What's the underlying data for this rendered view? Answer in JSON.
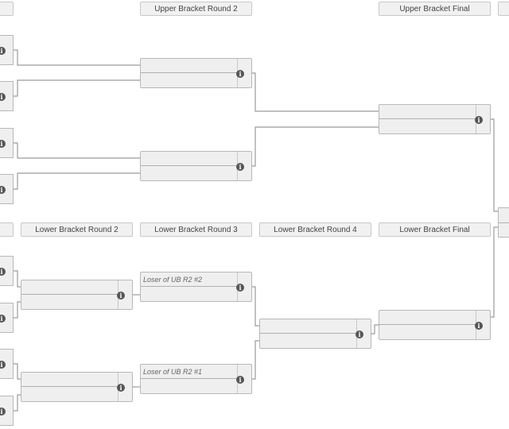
{
  "headers": {
    "ub_round2": "Upper Bracket Round 2",
    "ub_final": "Upper Bracket Final",
    "lb_round2": "Lower Bracket Round 2",
    "lb_round3": "Lower Bracket Round 3",
    "lb_round4": "Lower Bracket Round 4",
    "lb_final": "Lower Bracket Final"
  },
  "lb_round3_matches": [
    {
      "top_placeholder": "Loser of UB R2 #2"
    },
    {
      "top_placeholder": "Loser of UB R2 #1"
    }
  ]
}
